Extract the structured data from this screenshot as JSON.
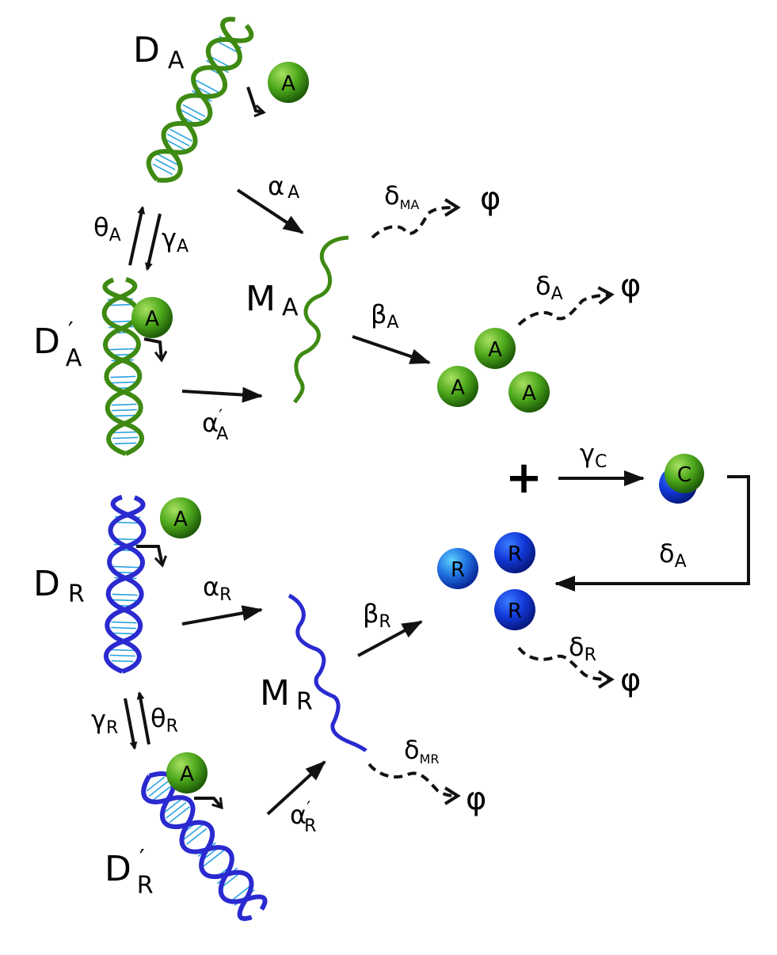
{
  "colors": {
    "activator_dna": "#3e8a12",
    "repressor_dna": "#2a2ad0",
    "hatch": "#2aa3e0",
    "protein_a": "#4da81c",
    "protein_r": "#1e6fe0",
    "arrow": "#111111"
  },
  "species": {
    "da": {
      "main": "D",
      "sub": "A"
    },
    "da_prime": {
      "main": "D",
      "prime": "′",
      "sub": "A"
    },
    "ma": {
      "main": "M",
      "sub": "A"
    },
    "dr": {
      "main": "D",
      "sub": "R"
    },
    "dr_prime": {
      "main": "D",
      "prime": "′",
      "sub": "R"
    },
    "mr": {
      "main": "M",
      "sub": "R"
    }
  },
  "rates": {
    "theta_a": {
      "sym": "θ",
      "sub": "A"
    },
    "gamma_a": {
      "sym": "γ",
      "sub": "A"
    },
    "alpha_a": {
      "sym": "α",
      "sub": "A"
    },
    "alpha_a_prime": {
      "sym": "α",
      "prime": "′",
      "sub": "A"
    },
    "delta_ma": {
      "sym": "δ",
      "sub": "MA"
    },
    "beta_a": {
      "sym": "β",
      "sub": "A"
    },
    "delta_a": {
      "sym": "δ",
      "sub": "A"
    },
    "gamma_c": {
      "sym": "γ",
      "sub": "C"
    },
    "delta_a_return": {
      "sym": "δ",
      "sub": "A"
    },
    "alpha_r": {
      "sym": "α",
      "sub": "R"
    },
    "beta_r": {
      "sym": "β",
      "sub": "R"
    },
    "delta_r": {
      "sym": "δ",
      "sub": "R"
    },
    "gamma_r": {
      "sym": "γ",
      "sub": "R"
    },
    "theta_r": {
      "sym": "θ",
      "sub": "R"
    },
    "alpha_r_prime": {
      "sym": "α",
      "prime": "′",
      "sub": "R"
    },
    "delta_mr": {
      "sym": "δ",
      "sub": "MR"
    }
  },
  "degradation_symbol": "φ",
  "plus_sign": "+",
  "balls": {
    "a": "A",
    "r": "R",
    "c": "C"
  },
  "icons": [
    "dna-helix-icon",
    "mrna-icon",
    "protein-sphere-icon",
    "promoter-arrow-icon",
    "degradation-arrow-icon"
  ]
}
